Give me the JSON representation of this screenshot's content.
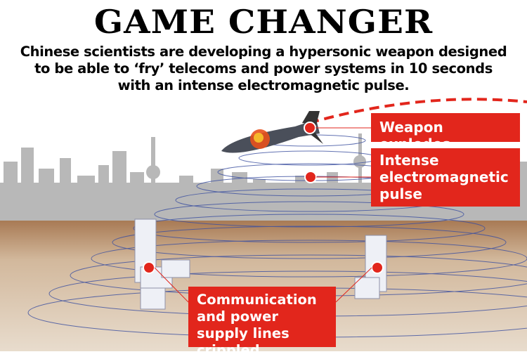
{
  "title": "GAME CHANGER",
  "subtitle": "Chinese scientists are developing a hypersonic weapon designed to be able to ‘fry’ telecoms and power systems in 10 seconds with an intense electromagnetic pulse.",
  "labels": {
    "explodes": "Weapon explodes",
    "pulse": "Intense electromagnetic pulse",
    "crippled": "Communication and power supply lines crippled"
  },
  "colors": {
    "accent": "#e2261c",
    "skyline": "#b5b5b5",
    "ground": "#b08460",
    "rings": "#3b4fa0"
  }
}
